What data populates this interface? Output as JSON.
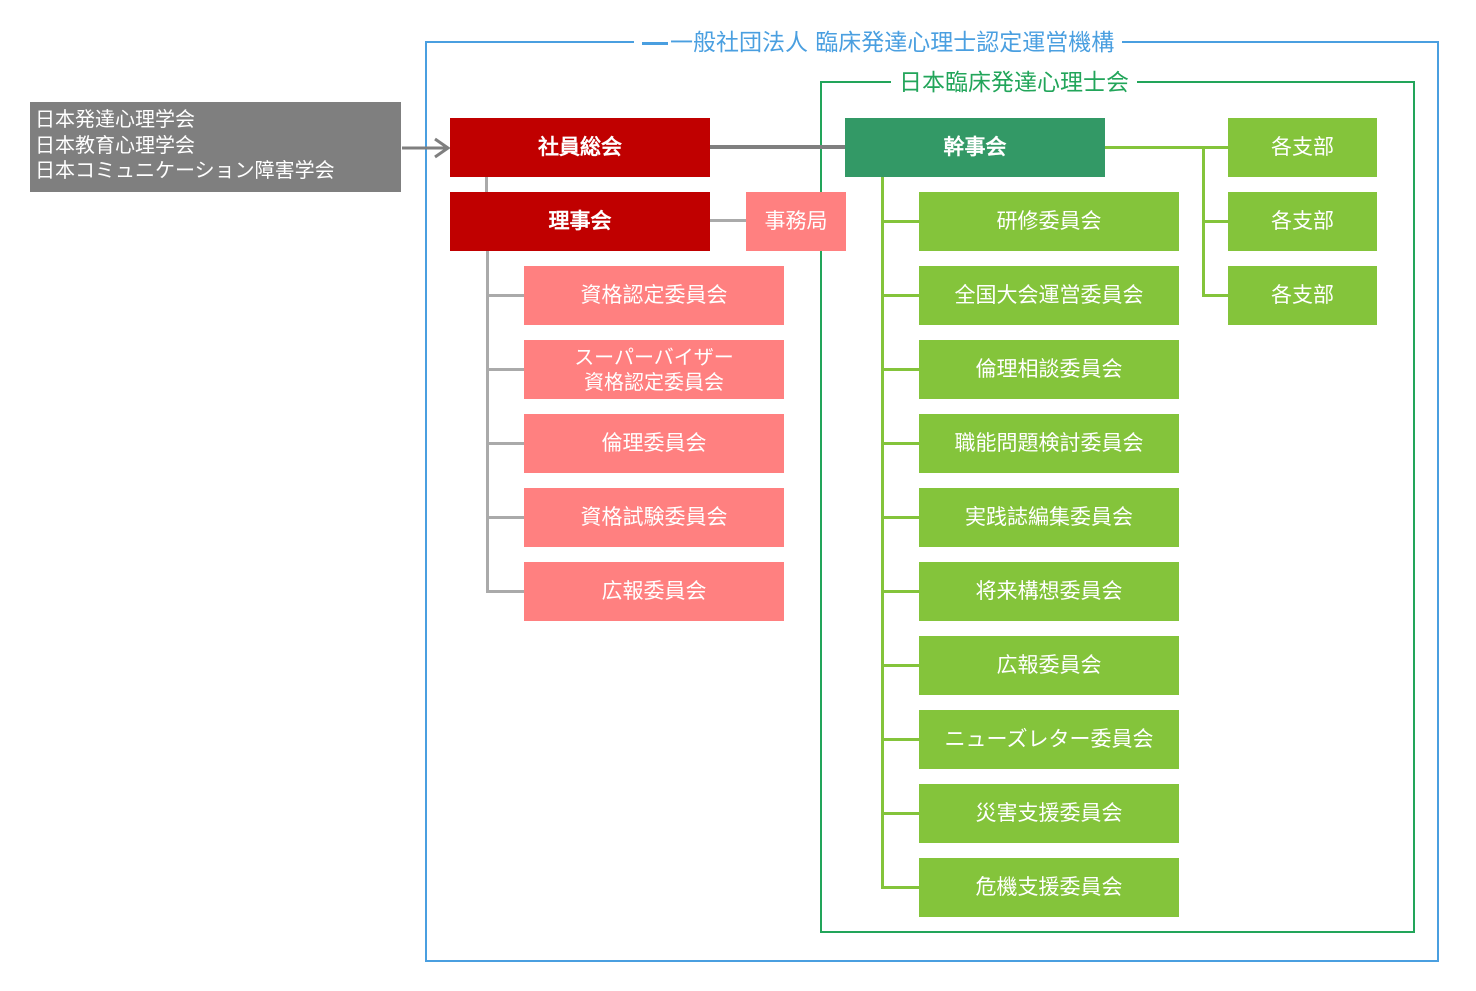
{
  "outer_org": {
    "title": "一般社団法人 臨床発達心理士認定運営機構",
    "border_color": "#4a9fe0"
  },
  "inner_org": {
    "title": "日本臨床発達心理士会",
    "border_color": "#22a55a"
  },
  "member_societies": [
    "日本発達心理学会",
    "日本教育心理学会",
    "日本コミュニケーション障害学会"
  ],
  "left_branch": {
    "general_assembly": "社員総会",
    "board": "理事会",
    "secretariat": "事務局",
    "committees": [
      "資格認定委員会",
      "スーパーバイザー\n資格認定委員会",
      "倫理委員会",
      "資格試験委員会",
      "広報委員会"
    ]
  },
  "right_branch": {
    "executive": "幹事会",
    "branches": [
      "各支部",
      "各支部",
      "各支部"
    ],
    "committees": [
      "研修委員会",
      "全国大会運営委員会",
      "倫理相談委員会",
      "職能問題検討委員会",
      "実践誌編集委員会",
      "将来構想委員会",
      "広報委員会",
      "ニューズレター委員会",
      "災害支援委員会",
      "危機支援委員会"
    ]
  },
  "colors": {
    "dark_red": "#c00000",
    "pink": "#ff8080",
    "teal": "#339966",
    "green": "#84c43b",
    "gray": "#7f7f7f"
  }
}
